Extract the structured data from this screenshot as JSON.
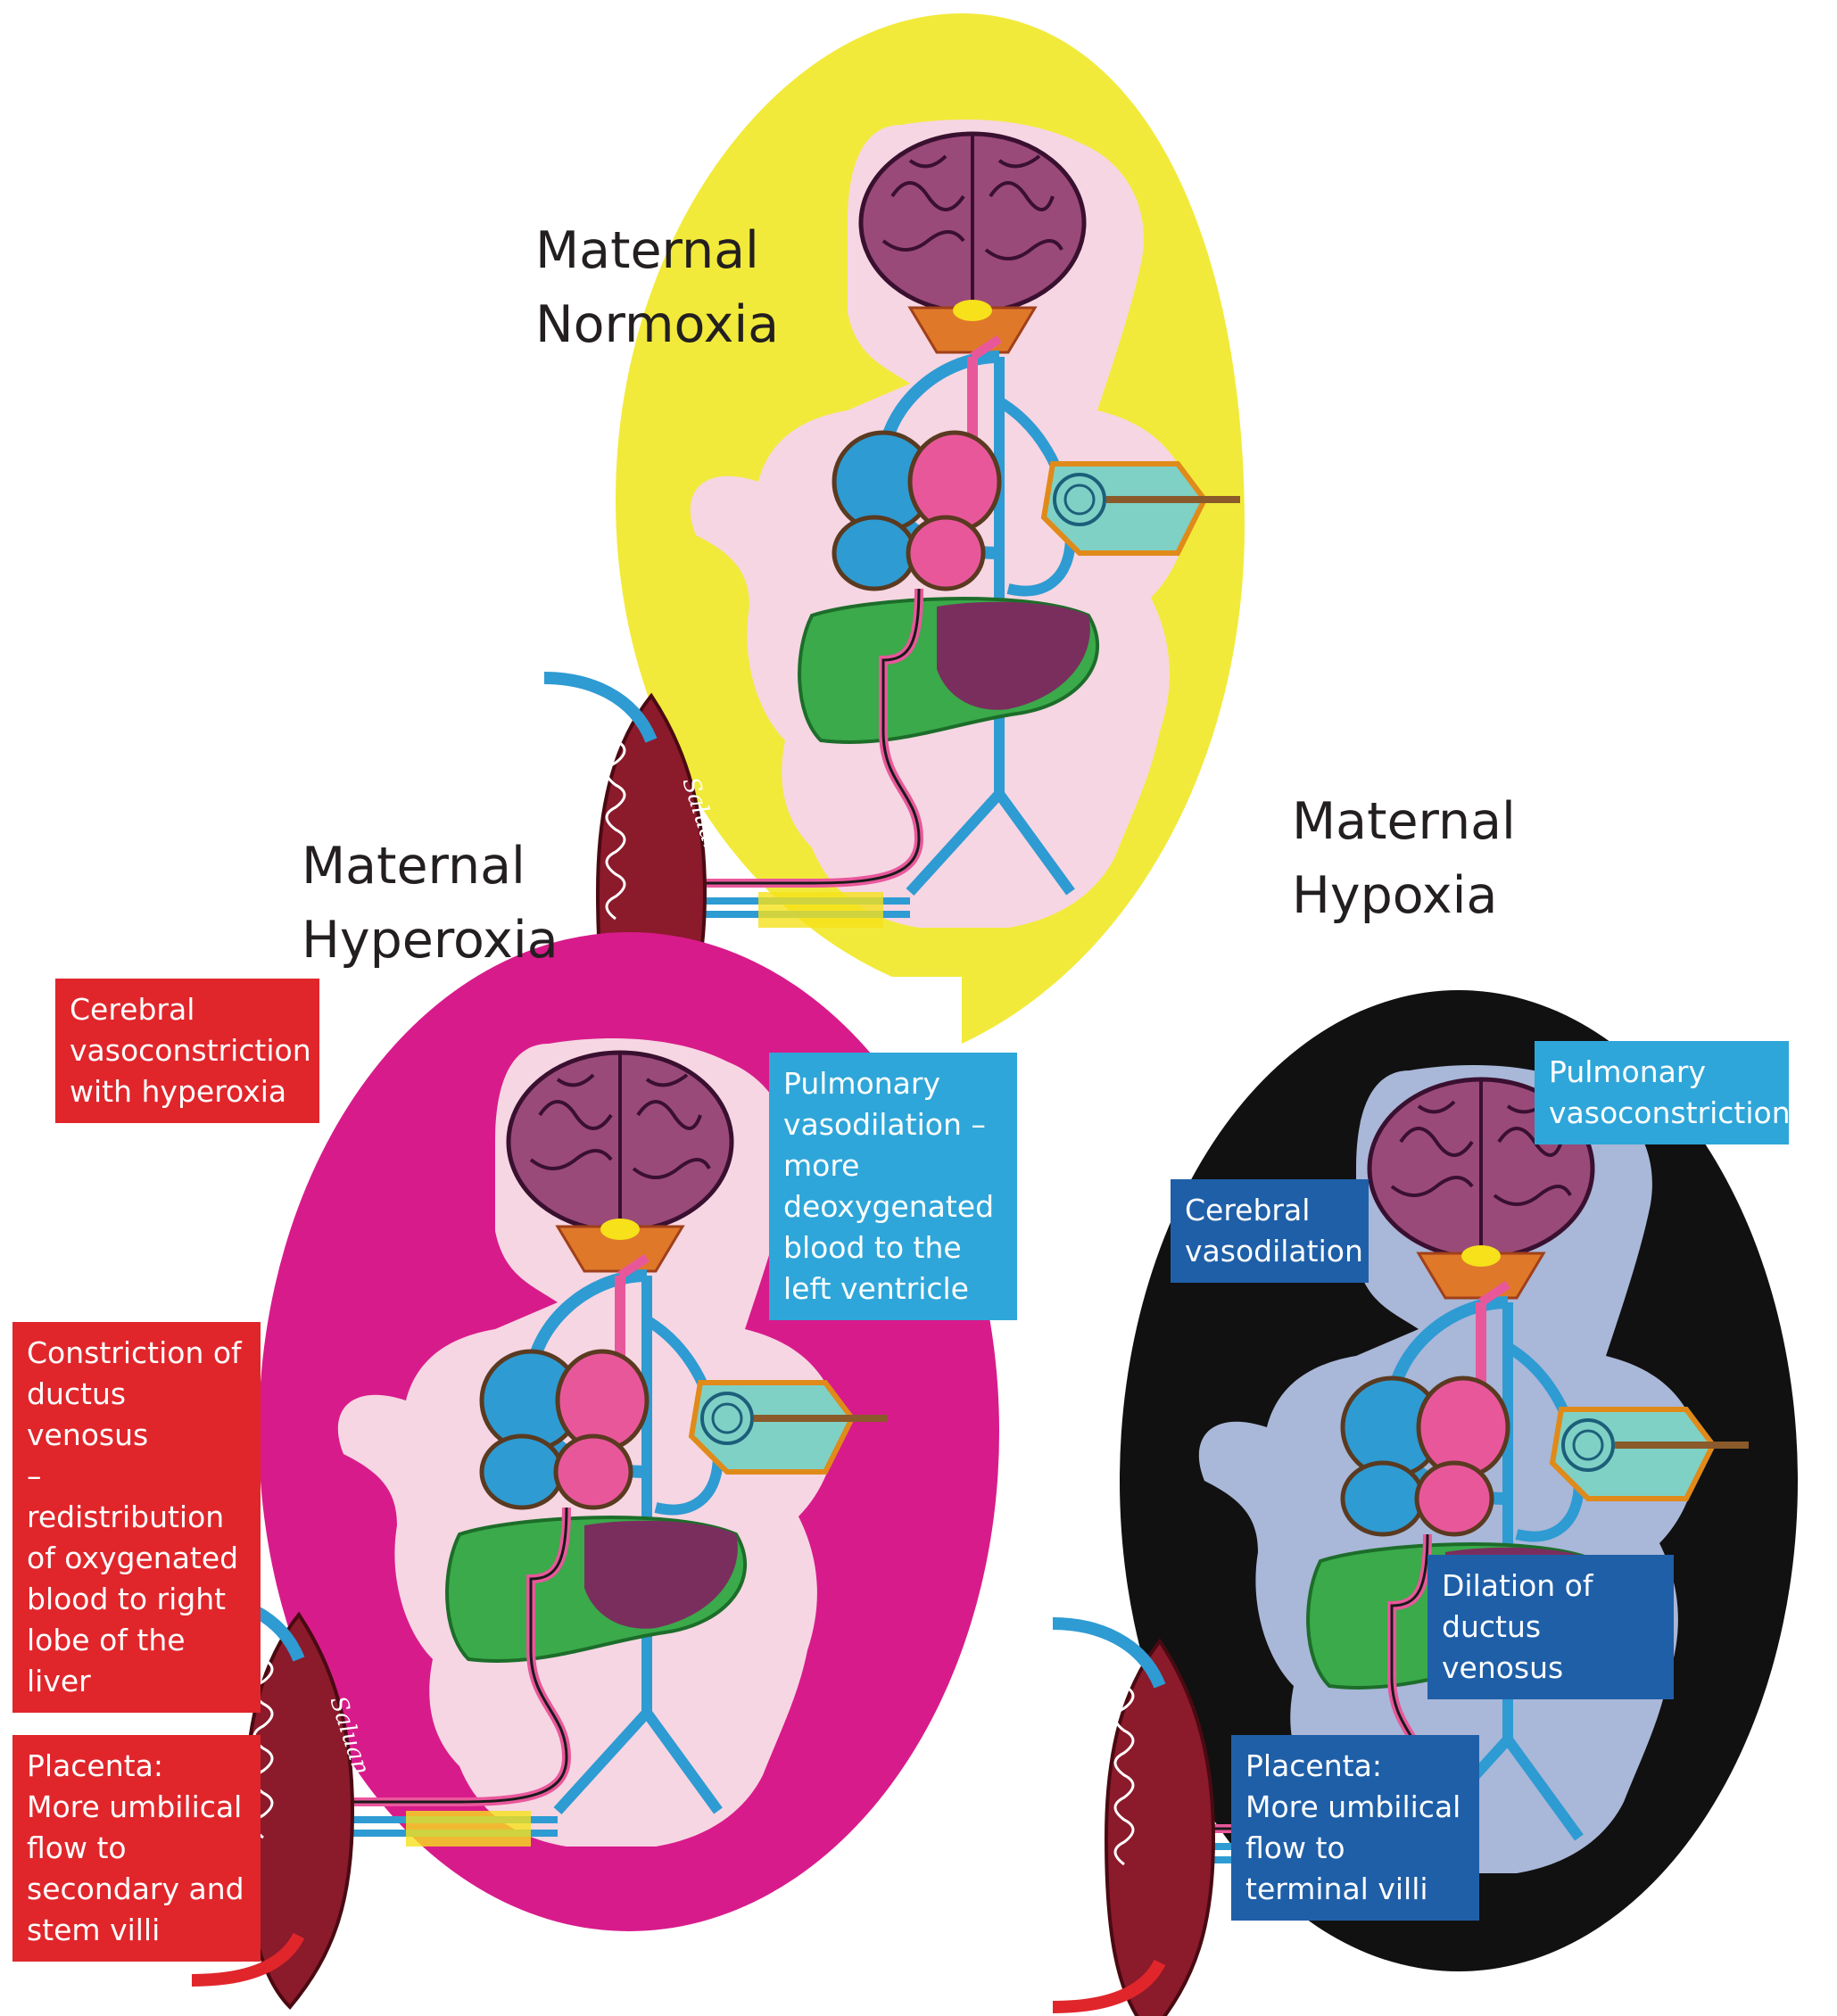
{
  "panels": {
    "normoxia": {
      "title": "Maternal\nNormoxia",
      "background": "#f2ea3a",
      "body": "#f6d6e2"
    },
    "hyperoxia": {
      "title": "Maternal\nHyperoxia",
      "background": "#d81b8b",
      "body": "#f6d6e2"
    },
    "hypoxia": {
      "title": "Maternal\nHypoxia",
      "background": "#111111",
      "body": "#a9b7d8"
    }
  },
  "callouts": {
    "hyperoxia_cerebral": "Cerebral\nvasoconstriction\nwith hyperoxia",
    "hyperoxia_pulmonary": "Pulmonary\nvasodilation –\nmore\ndeoxygenated\nblood to the\nleft ventricle",
    "hyperoxia_ductus": "Constriction of\nductus venosus\n– redistribution\nof oxygenated\nblood to right\nlobe of the liver",
    "hyperoxia_placenta": "Placenta:\nMore umbilical\nflow to\nsecondary and\nstem villi",
    "hypoxia_pulmonary": "Pulmonary\nvasoconstriction",
    "hypoxia_cerebral": "Cerebral\nvasodilation",
    "hypoxia_ductus": "Dilation of\nductus venosus",
    "hypoxia_placenta": "Placenta:\nMore umbilical\nflow to\nterminal villi"
  },
  "signature": "Saluan",
  "colors": {
    "callout_red": "#e0262b",
    "callout_cyan": "#2fa6d9",
    "callout_blue": "#1f5fa8",
    "vessel_blue": "#2e9bd3",
    "vessel_pink": "#e9579b",
    "brain": "#9a4a78",
    "liver_green": "#3aaa4a",
    "liver_purple": "#7a2e5e",
    "placenta": "#8b1a2b"
  }
}
